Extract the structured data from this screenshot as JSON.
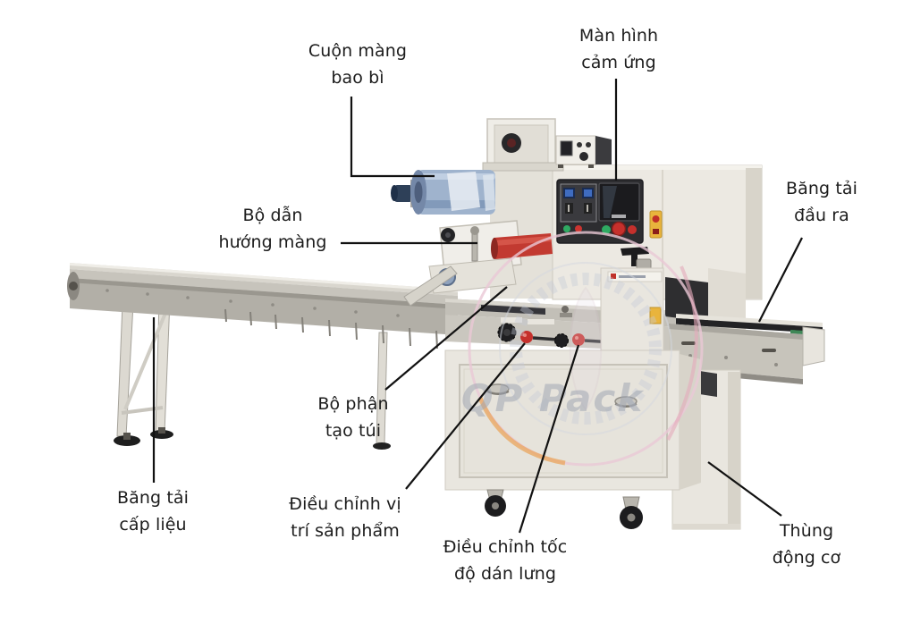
{
  "figure": {
    "type": "annotated-machine-diagram",
    "subject": "Horizontal flow-pack packaging machine with labeled parts",
    "background": "#ffffff"
  },
  "watermark": {
    "text": "QP Pack"
  },
  "labels": [
    {
      "id": "cuon-mang-bao-bi",
      "text": "Cuộn màng\nbao bì"
    },
    {
      "id": "man-hinh-cam-ung",
      "text": "Màn hình\ncảm ứng"
    },
    {
      "id": "bo-dan-huong-mang",
      "text": "Bộ dẫn\nhướng màng"
    },
    {
      "id": "bang-tai-dau-ra",
      "text": "Băng tải\nđầu ra"
    },
    {
      "id": "bo-phan-tao-tui",
      "text": "Bộ phận\ntạo túi"
    },
    {
      "id": "bang-tai-cap-lieu",
      "text": "Băng tải\ncấp liệu"
    },
    {
      "id": "dieu-chinh-vi-tri-san-pham",
      "text": "Điều chỉnh vị\ntrí sản phẩm"
    },
    {
      "id": "dieu-chinh-toc-do-dan-lung",
      "text": "Điều chỉnh tốc\nđộ dán lưng"
    },
    {
      "id": "thung-dong-co",
      "text": "Thùng\nđộng cơ"
    }
  ],
  "colors": {
    "label_text": "#1c1c1c",
    "leader_line": "#111111",
    "machine_cream": "#ece9e2",
    "steel_gray": "#b9b6ae",
    "panel_dark": "#2d2d30",
    "film_blue": "#9fb3cd",
    "roller_red": "#c23a31",
    "belt_green": "#2f6a42",
    "emergency_yellow": "#e9b43c",
    "watermark_text_gray": "#a2a8b4",
    "watermark_pink": "#eac8d6"
  }
}
